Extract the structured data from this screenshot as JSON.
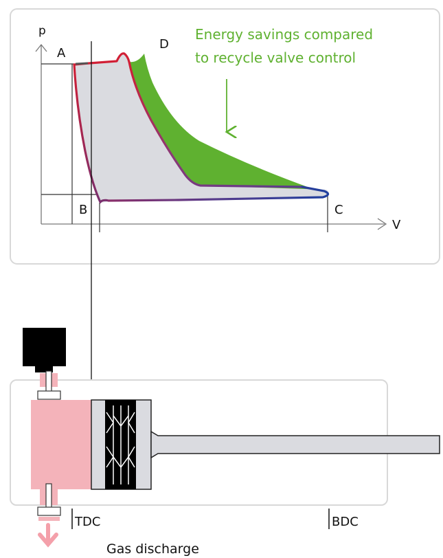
{
  "pv_diagram": {
    "axis_p": "p",
    "axis_v": "V",
    "point_a": "A",
    "point_b": "B",
    "point_c": "C",
    "point_d": "D",
    "annotation_line1": "Energy savings compared",
    "annotation_line2": "to recycle valve control"
  },
  "cylinder": {
    "tdc_label": "TDC",
    "bdc_label": "BDC",
    "gas_discharge_label": "Gas discharge"
  },
  "colors": {
    "savings_green": "#5fb130",
    "curve_red": "#d11f35",
    "curve_blue": "#1f3f9e",
    "work_area_grey": "#dadbe0",
    "gas_pink": "#f4b3ba",
    "panel_border": "#d8d8d8"
  }
}
